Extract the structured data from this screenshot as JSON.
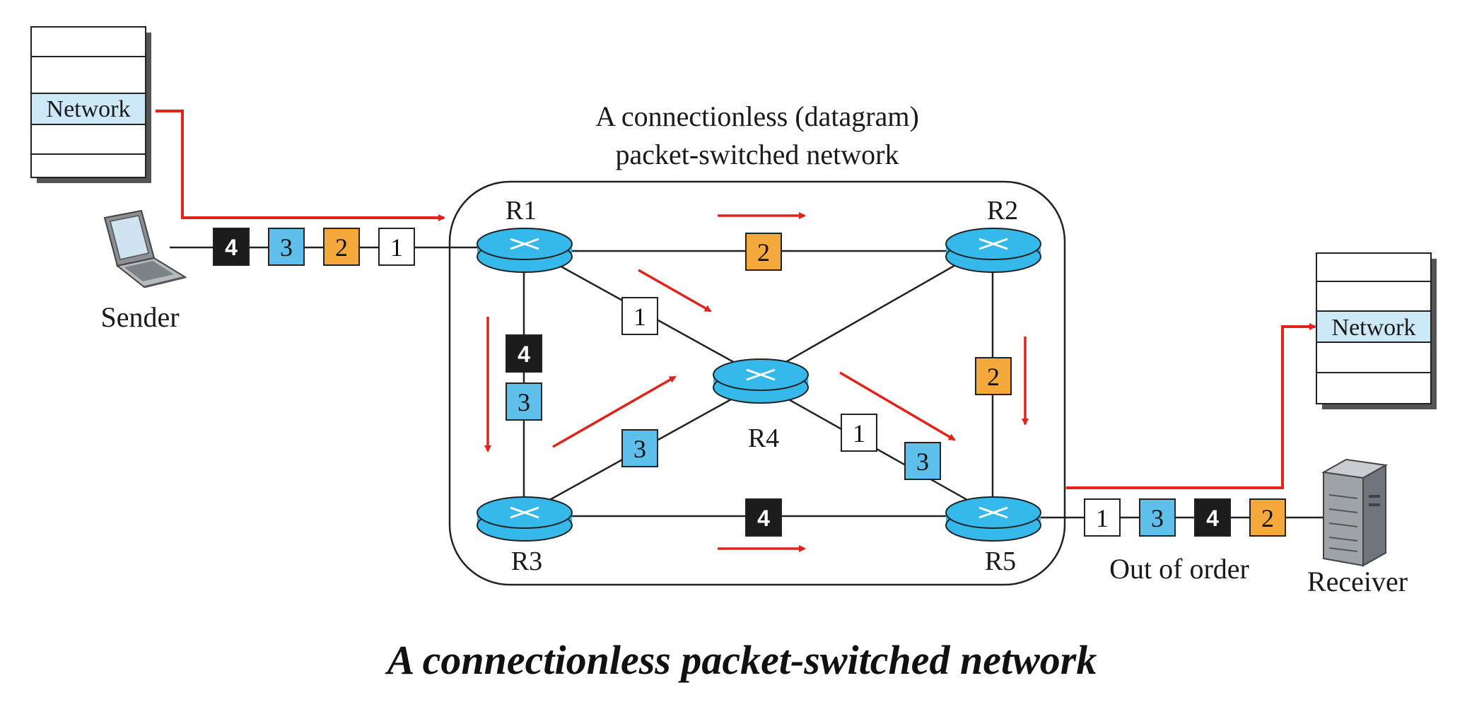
{
  "diagram": {
    "network_title_line1": "A connectionless (datagram)",
    "network_title_line2": "packet-switched network",
    "sender_label": "Sender",
    "receiver_label": "Receiver",
    "sender_stack_layer": "Network",
    "receiver_stack_layer": "Network",
    "out_of_order_label": "Out of order",
    "caption": "A connectionless packet-switched network",
    "routers": {
      "r1": "R1",
      "r2": "R2",
      "r3": "R3",
      "r4": "R4",
      "r5": "R5"
    },
    "packets": {
      "sender_link": [
        "4",
        "3",
        "2",
        "1"
      ],
      "r1_r2": "2",
      "r1_r4": "1",
      "r1_r3_a": "4",
      "r1_r3_b": "3",
      "r3_r4": "3",
      "r4_r5_a": "1",
      "r4_r5_b": "3",
      "r2_r5": "2",
      "r3_r5": "4",
      "receiver_link": [
        "1",
        "3",
        "4",
        "2"
      ]
    }
  },
  "colors": {
    "packet_1": "#ffffff",
    "packet_2": "#f5a93a",
    "packet_3": "#5ec0ea",
    "packet_4": "#1c1c1c",
    "router": "#35b8ea",
    "arrow": "#e2231a",
    "stack_highlight": "#cde9f7"
  }
}
